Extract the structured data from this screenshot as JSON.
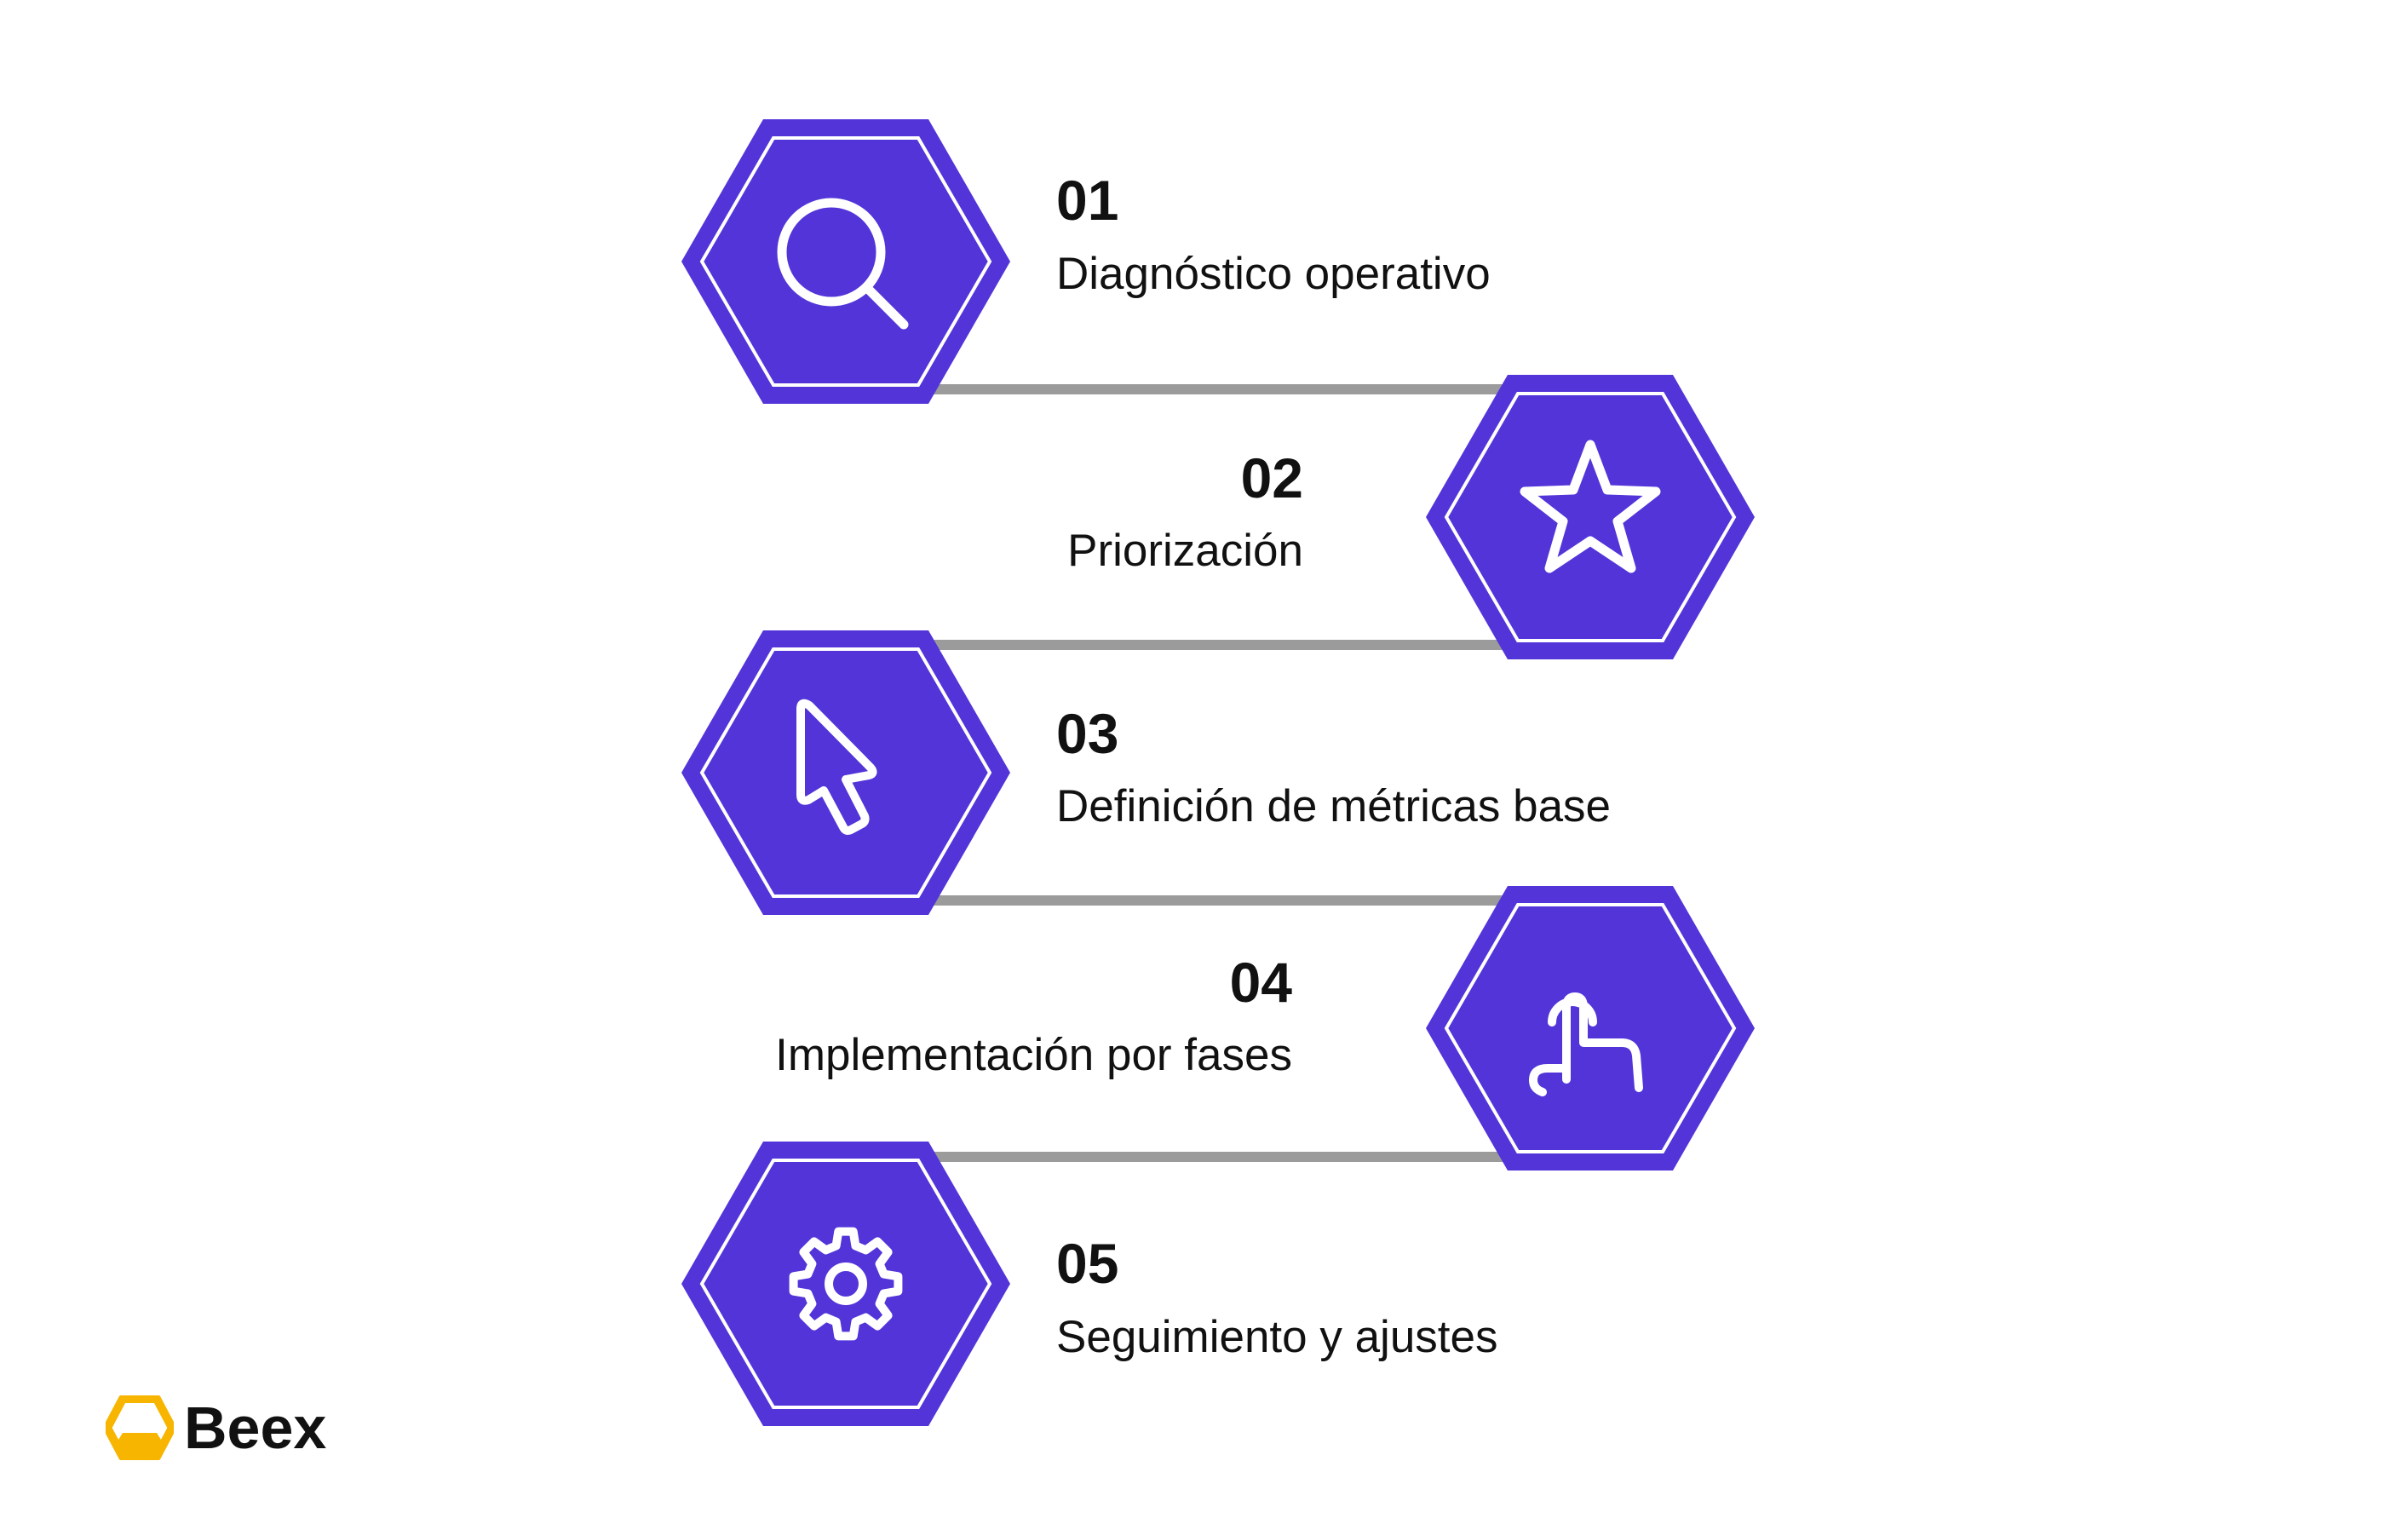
{
  "colors": {
    "hexagon_fill": "#5334d9",
    "hexagon_stroke": "#ffffff",
    "connector": "#9b9b9b",
    "logo_accent": "#f7b500",
    "text": "#111111"
  },
  "steps": [
    {
      "number": "01",
      "label": "Diagnóstico operativo",
      "icon": "search-icon"
    },
    {
      "number": "02",
      "label": "Priorización",
      "icon": "star-icon"
    },
    {
      "number": "03",
      "label": "Definición de métricas base",
      "icon": "cursor-icon"
    },
    {
      "number": "04",
      "label": "Implementación por fases",
      "icon": "touch-icon"
    },
    {
      "number": "05",
      "label": "Seguimiento y ajustes",
      "icon": "gear-icon"
    }
  ],
  "brand": {
    "name": "Beex",
    "icon": "hexagon-logo-icon"
  }
}
